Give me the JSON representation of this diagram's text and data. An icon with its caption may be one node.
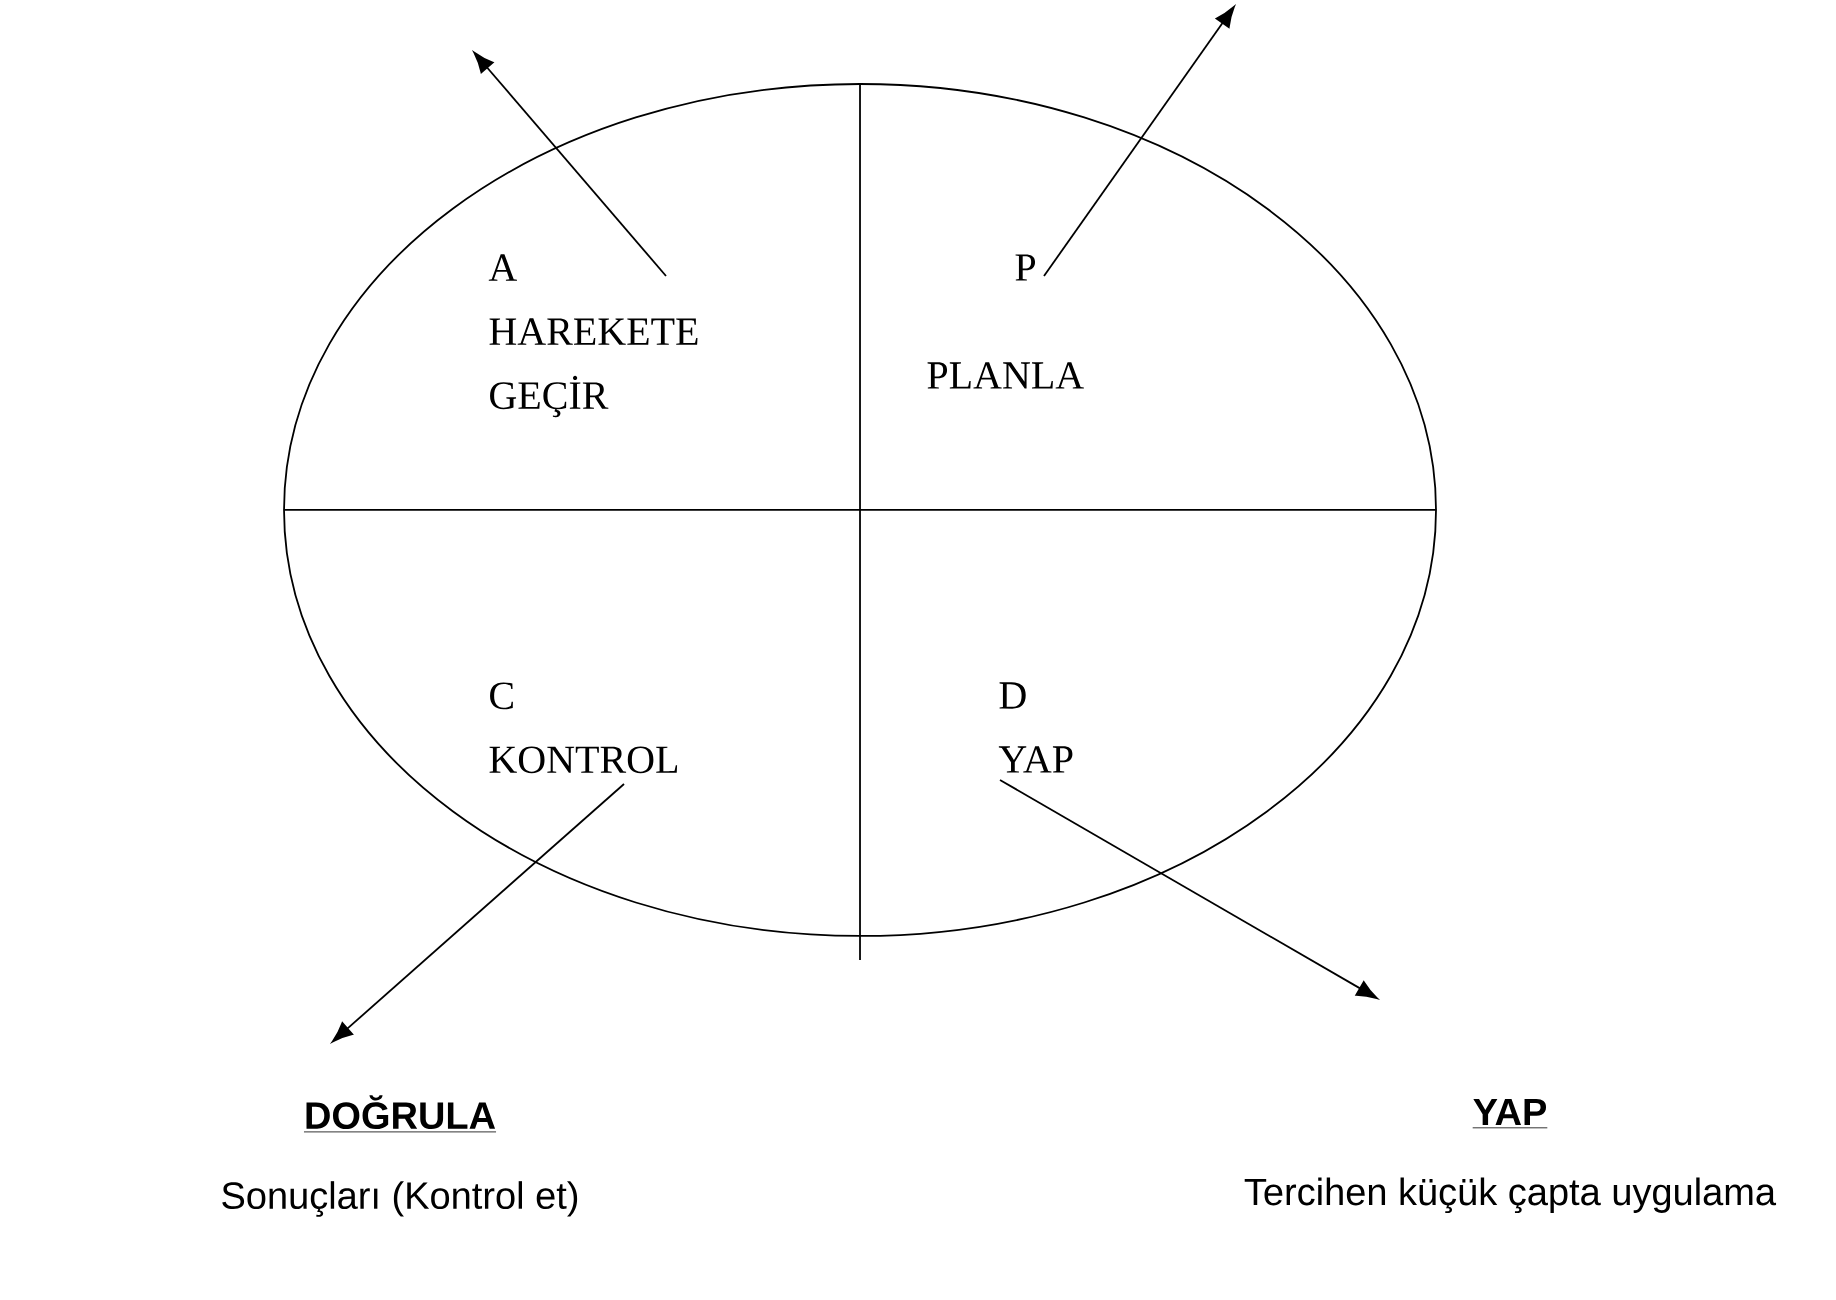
{
  "diagram": {
    "nodes": [
      {
        "text": [],
        "shape": "ellipse"
      },
      {
        "text": [
          "A",
          "HAREKETE GEÇİR"
        ],
        "in": 0
      },
      {
        "text": [
          "P",
          "PLANLA"
        ],
        "in": 0
      },
      {
        "text": [
          "C",
          "KONTROL"
        ],
        "in": 0
      },
      {
        "text": [
          "D",
          "YAP"
        ],
        "in": 0
      },
      {
        "text": [
          "DOĞRULA",
          "Sonuçları (Kontrol et)"
        ]
      },
      {
        "text": [
          "YAP",
          "Tercihen küçük çapta uygulama"
        ]
      }
    ],
    "edges": [
      {
        "from": 1,
        "to": null,
        "arrow": "to"
      },
      {
        "from": 2,
        "to": null,
        "arrow": "to"
      },
      {
        "from": 3,
        "to": 5,
        "arrow": "to"
      },
      {
        "from": 4,
        "to": 6,
        "arrow": "to"
      }
    ]
  }
}
